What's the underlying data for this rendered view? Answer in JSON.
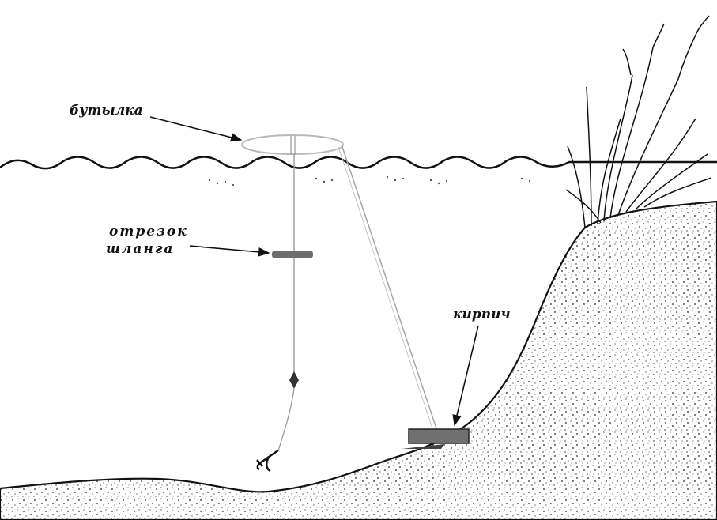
{
  "labels": {
    "bottle": "бутылка",
    "hose_line1": "отрезок",
    "hose_line2": "шланга",
    "brick": "кирпич"
  },
  "colors": {
    "ink": "#111111",
    "line": "#9a9a9a",
    "hose": "#6e6e6e",
    "brick": "#707070",
    "background": "#ffffff"
  }
}
